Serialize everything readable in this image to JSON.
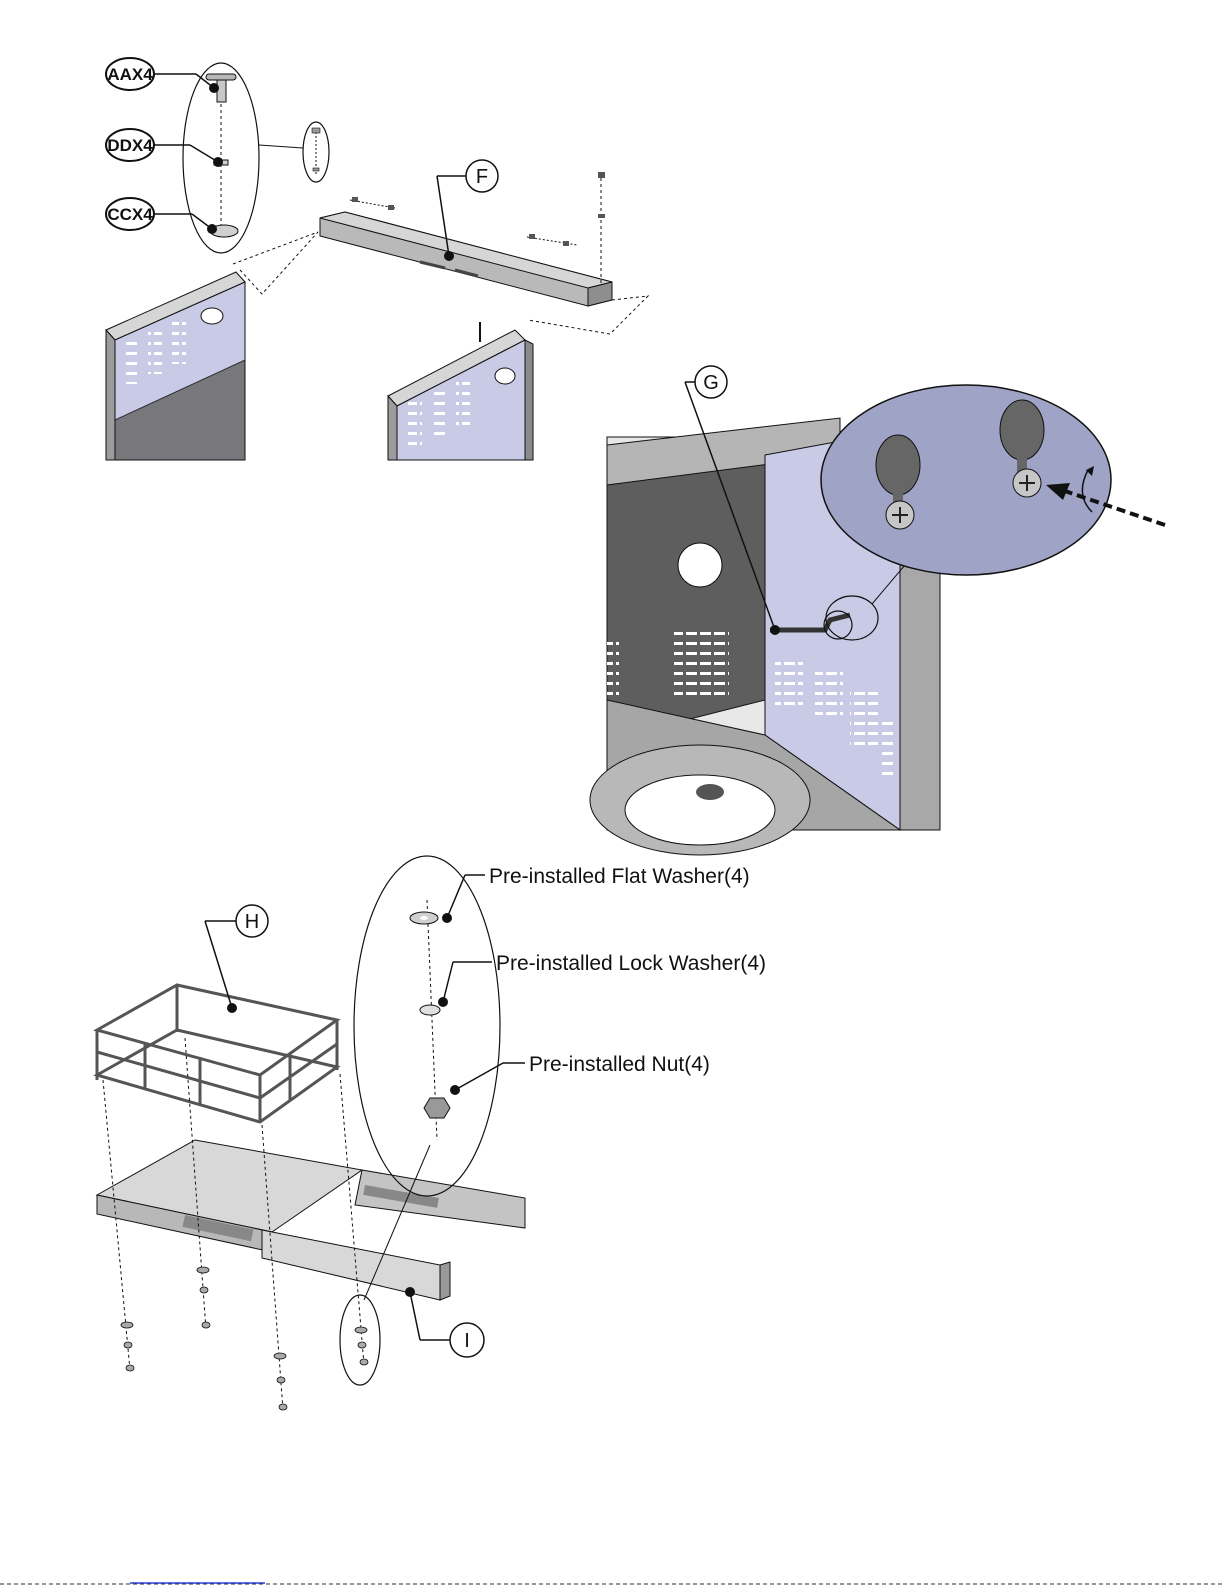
{
  "figure1": {
    "hardware": [
      {
        "letters": "AA",
        "qty": "X4"
      },
      {
        "letters": "DD",
        "qty": "X4"
      },
      {
        "letters": "CC",
        "qty": "X4"
      }
    ],
    "part_label": "F"
  },
  "figure2": {
    "part_label": "G"
  },
  "figure3": {
    "part_label_basket": "H",
    "part_label_slide": "I",
    "callouts": [
      "Pre-installed Flat Washer(4)",
      "Pre-installed Lock Washer(4)",
      "Pre-installed Nut(4)"
    ]
  },
  "colors": {
    "panel": "#c9cbe6",
    "steel": "#a6a6a6",
    "dark": "#5a5a5a",
    "line": "#111111"
  }
}
